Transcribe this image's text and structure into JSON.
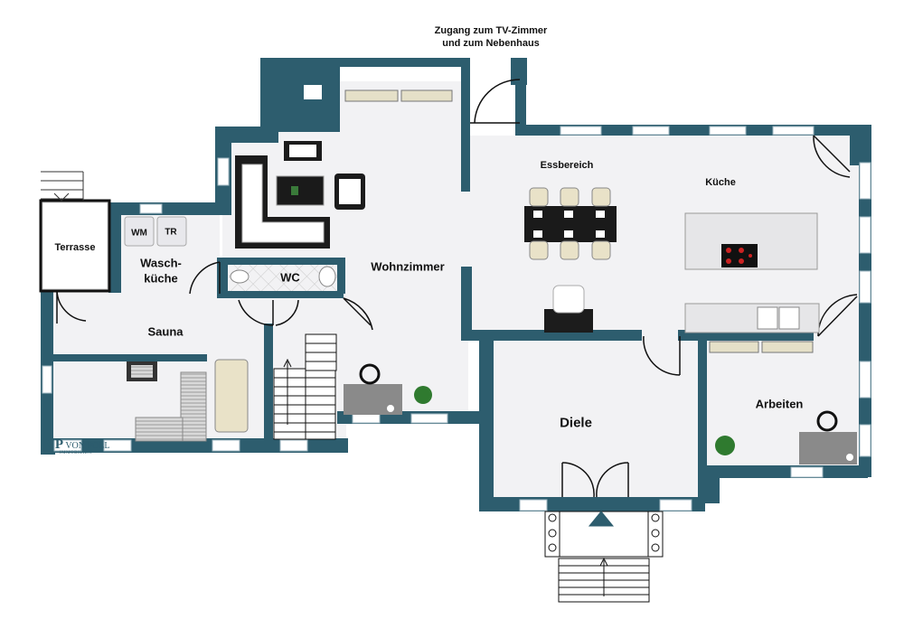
{
  "note": {
    "line1": "Zugang zum TV-Zimmer",
    "line2": "und zum Nebenhaus"
  },
  "rooms": {
    "terrasse": "Terrasse",
    "waschkueche_1": "Wasch-",
    "waschkueche_2": "küche",
    "wc": "WC",
    "sauna": "Sauna",
    "wohnzimmer": "Wohnzimmer",
    "essbereich": "Essbereich",
    "kueche": "Küche",
    "diele": "Diele",
    "arbeiten": "Arbeiten"
  },
  "appliances": {
    "wm": "WM",
    "tr": "TR"
  },
  "logo": {
    "mark": "VP",
    "name": "VON POLL",
    "sub": "IMMOBILIEN"
  },
  "colors": {
    "wall": "#2d5d6e",
    "floor": "#f2f2f4",
    "window": "#ffffff",
    "furniture": "#222222",
    "stair": "#ffffff"
  }
}
